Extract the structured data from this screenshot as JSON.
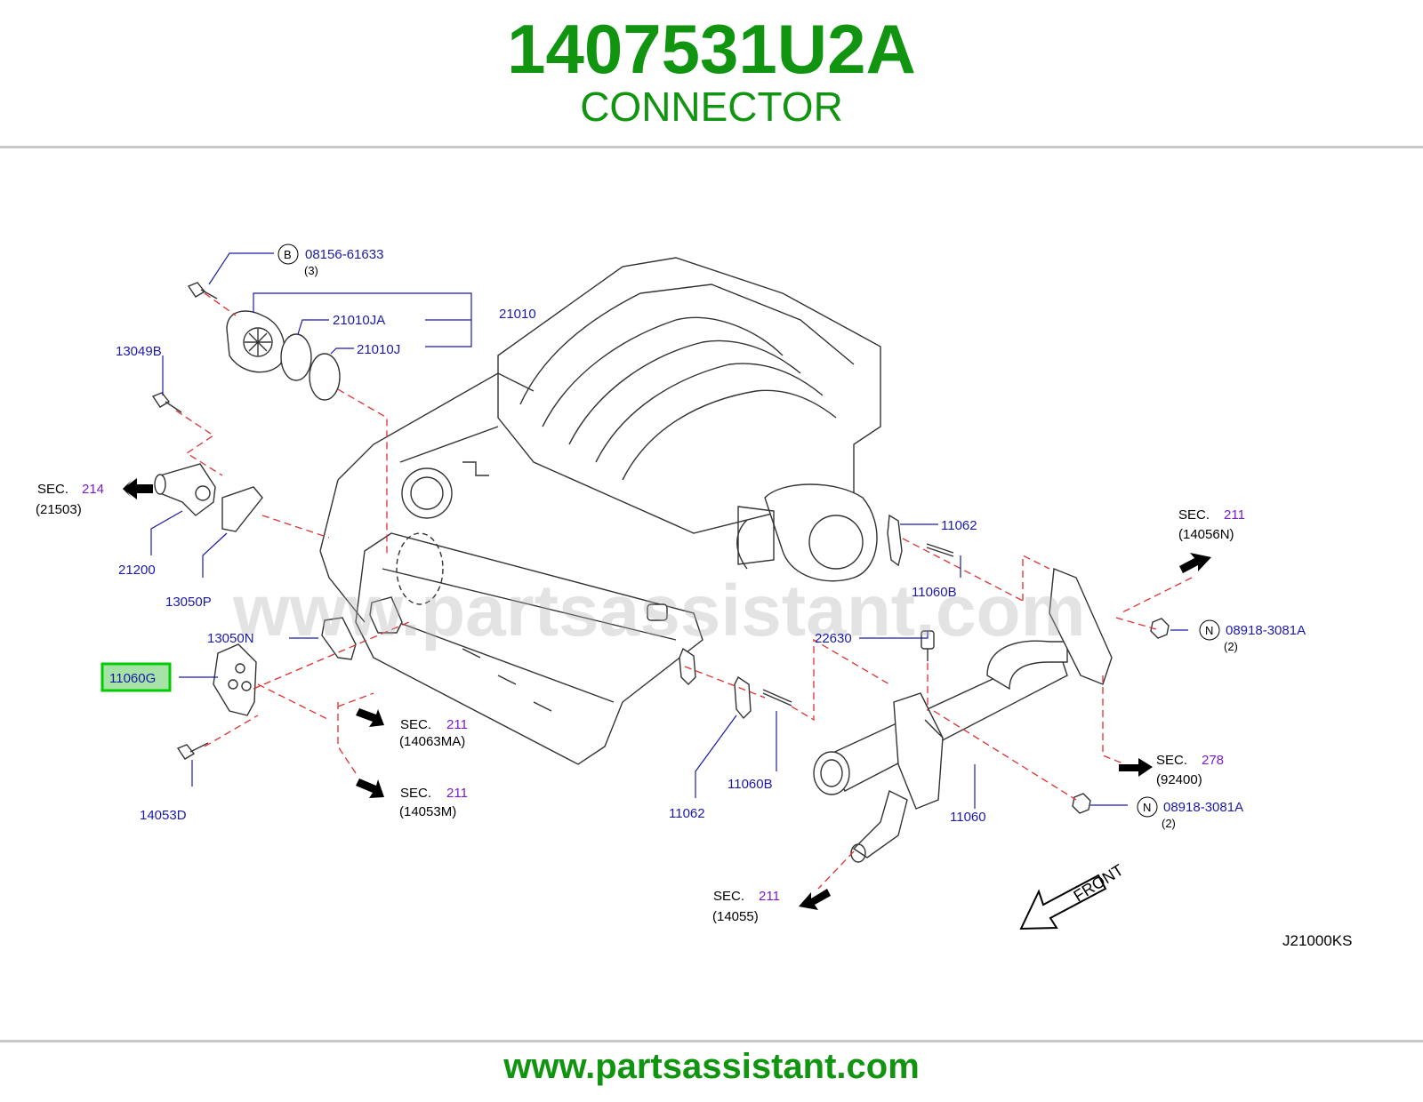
{
  "header": {
    "part_number": "1407531U2A",
    "part_name": "CONNECTOR"
  },
  "footer": {
    "url": "www.partsassistant.com"
  },
  "watermark": "www.partsassistant.com",
  "diagram_code": "J21000KS",
  "front_label": "FRONT",
  "colors": {
    "header_green": "#119511",
    "label_blue": "#1a1aa6",
    "section_purple": "#7a1ad0",
    "leader_red": "#e03030",
    "highlight_border": "#00cc00",
    "highlight_fill": "#a6e3a6"
  },
  "highlighted_part": "11060G",
  "part_labels": {
    "p08156_61633": "08156-61633",
    "p08156_qty": "(3)",
    "p08156_symbol": "B",
    "p21010": "21010",
    "p21010JA": "21010JA",
    "p21010J": "21010J",
    "p13049B": "13049B",
    "p21200": "21200",
    "p13050P": "13050P",
    "p13050N": "13050N",
    "p11060G": "11060G",
    "p14053D": "14053D",
    "p11062_top": "11062",
    "p11060B_top": "11060B",
    "p22630": "22630",
    "p11062_bot": "11062",
    "p11060B_bot": "11060B",
    "p11060": "11060",
    "p08918_top": "08918-3081A",
    "p08918_top_qty": "(2)",
    "p08918_top_symbol": "N",
    "p08918_bot": "08918-3081A",
    "p08918_bot_qty": "(2)",
    "p08918_bot_symbol": "N"
  },
  "section_refs": [
    {
      "sec": "SEC.",
      "num": "214",
      "ref": "(21503)"
    },
    {
      "sec": "SEC.",
      "num": "211",
      "ref": "(14063MA)"
    },
    {
      "sec": "SEC.",
      "num": "211",
      "ref": "(14053M)"
    },
    {
      "sec": "SEC.",
      "num": "211",
      "ref": "(14056N)"
    },
    {
      "sec": "SEC.",
      "num": "278",
      "ref": "(92400)"
    },
    {
      "sec": "SEC.",
      "num": "211",
      "ref": "(14055)"
    }
  ]
}
